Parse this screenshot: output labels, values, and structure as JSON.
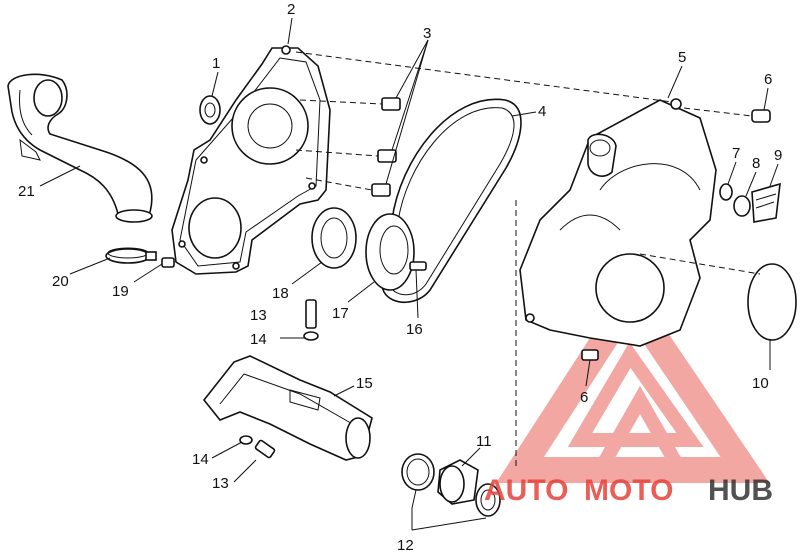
{
  "callouts": {
    "c1": "1",
    "c2": "2",
    "c3": "3",
    "c4": "4",
    "c5": "5",
    "c6a": "6",
    "c6b": "6",
    "c7": "7",
    "c8": "8",
    "c9": "9",
    "c10": "10",
    "c11": "11",
    "c12": "12",
    "c13a": "13",
    "c13b": "13",
    "c14a": "14",
    "c14b": "14",
    "c15": "15",
    "c16": "16",
    "c17": "17",
    "c18": "18",
    "c19": "19",
    "c20": "20",
    "c21": "21"
  },
  "watermark": {
    "part1": "AUTO",
    "part2": "MOTO",
    "part3": "HUB",
    "colors": {
      "accent": "#e8423a",
      "dark": "#333333"
    }
  }
}
